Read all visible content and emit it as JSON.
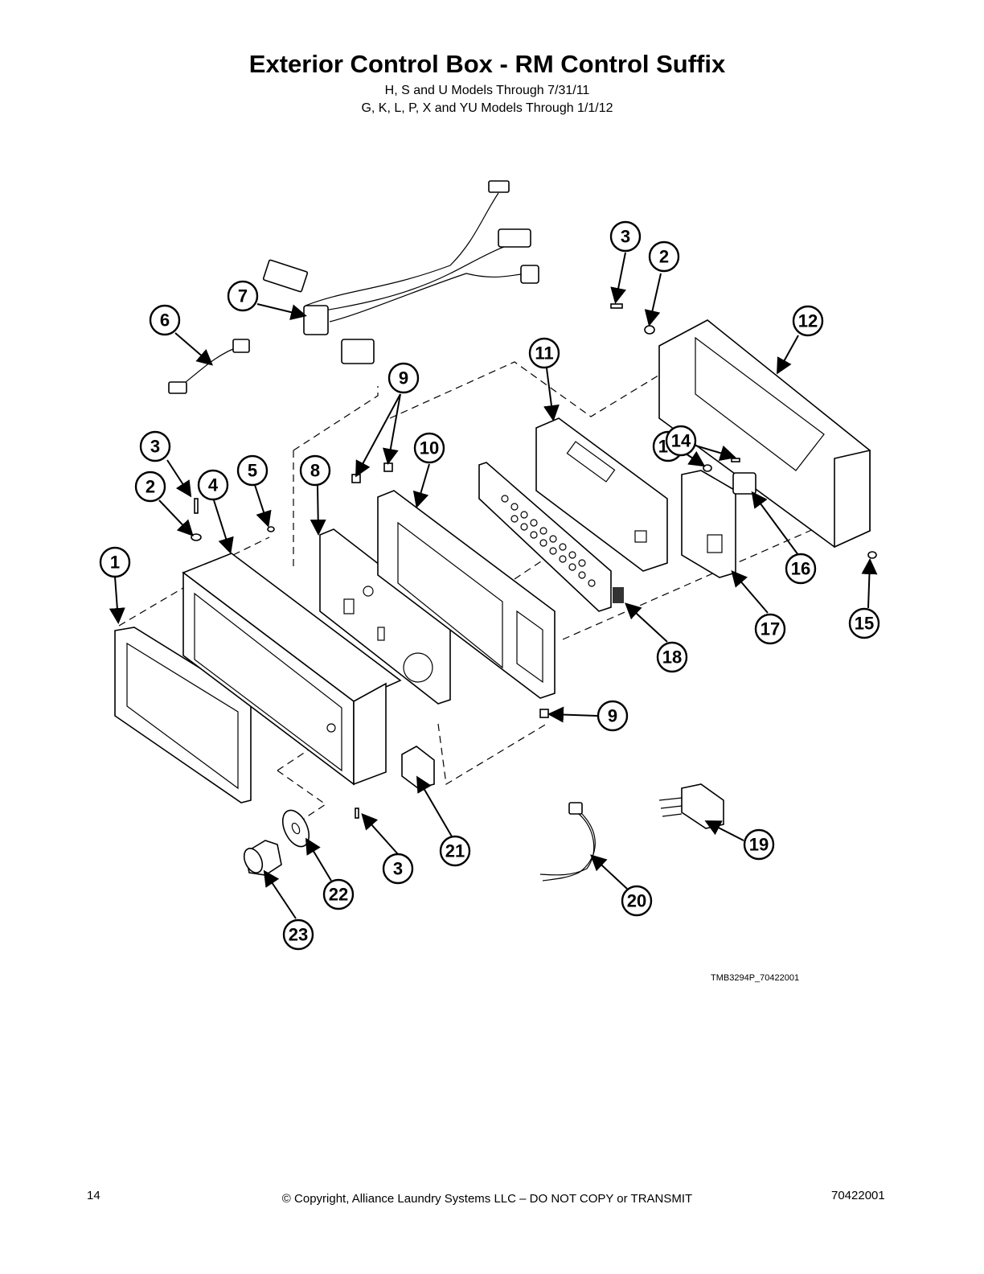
{
  "header": {
    "title": "Exterior Control Box - RM Control Suffix",
    "subtitle_1": "H, S and U Models Through 7/31/11",
    "subtitle_2": "G, K, L, P, X and YU Models Through 1/1/12"
  },
  "diagram": {
    "reference_code": "TMB3294P_70422001",
    "callouts": [
      "1",
      "2",
      "2",
      "3",
      "3",
      "3",
      "4",
      "5",
      "6",
      "7",
      "8",
      "9",
      "9",
      "10",
      "11",
      "12",
      "13",
      "14",
      "15",
      "16",
      "17",
      "18",
      "19",
      "20",
      "21",
      "22",
      "23"
    ]
  },
  "footer": {
    "page_number": "14",
    "copyright": "© Copyright, Alliance Laundry Systems LLC – DO NOT COPY or TRANSMIT",
    "document_number": "70422001"
  }
}
